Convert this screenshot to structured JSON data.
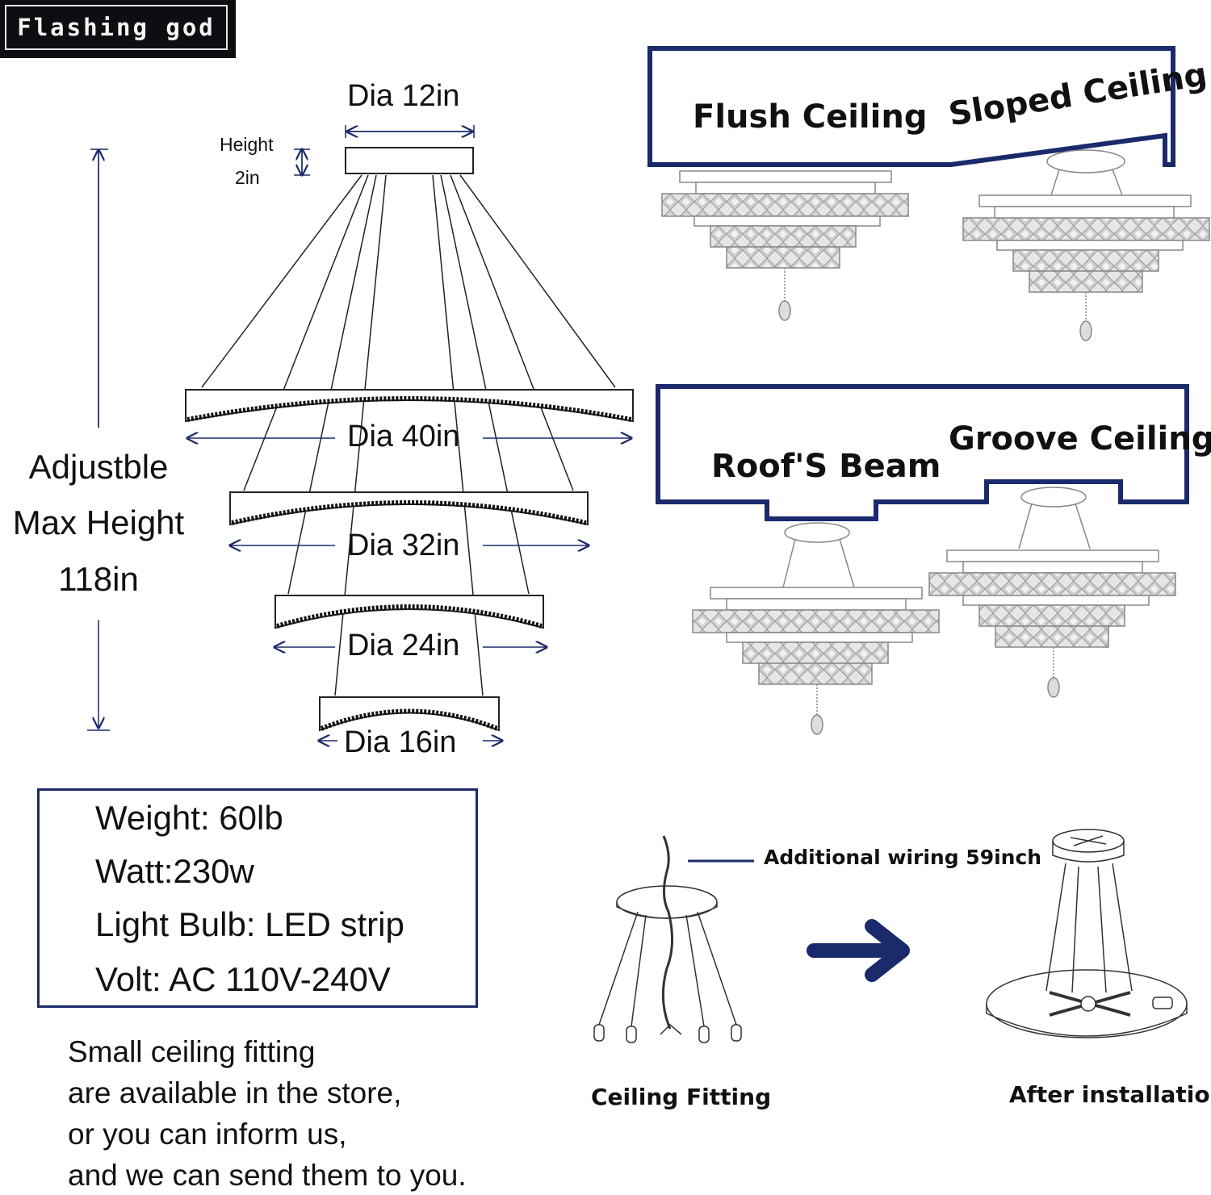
{
  "brand": {
    "text": "Flashing god"
  },
  "dimensions": {
    "top_dia": "Dia 12in",
    "height_label": "Height",
    "height_value": "2in",
    "ring1": "Dia 40in",
    "ring2": "Dia 32in",
    "ring3": "Dia 24in",
    "ring4": "Dia 16in"
  },
  "max_height": {
    "line1": "Adjustble",
    "line2": "Max Height",
    "line3": "118in"
  },
  "ceiling_types": {
    "flush": "Flush Ceiling",
    "sloped": "Sloped Ceiling",
    "roof_beam": "Roof'S Beam",
    "groove": "Groove Ceiling"
  },
  "specs": {
    "weight": "Weight: 60lb",
    "watt": "Watt:230w",
    "bulb": "Light Bulb: LED strip",
    "volt": "Volt: AC 110V-240V"
  },
  "note": {
    "line1": "Small ceiling fitting",
    "line2": "are available in the store,",
    "line3": "or you can inform us,",
    "line4": "and we can send them to you."
  },
  "fitting": {
    "wiring": "Additional wiring 59inch",
    "ceiling_fitting": "Ceiling Fitting",
    "after": "After installation"
  },
  "colors": {
    "accent": "#1b2a6b",
    "line": "#222222"
  }
}
